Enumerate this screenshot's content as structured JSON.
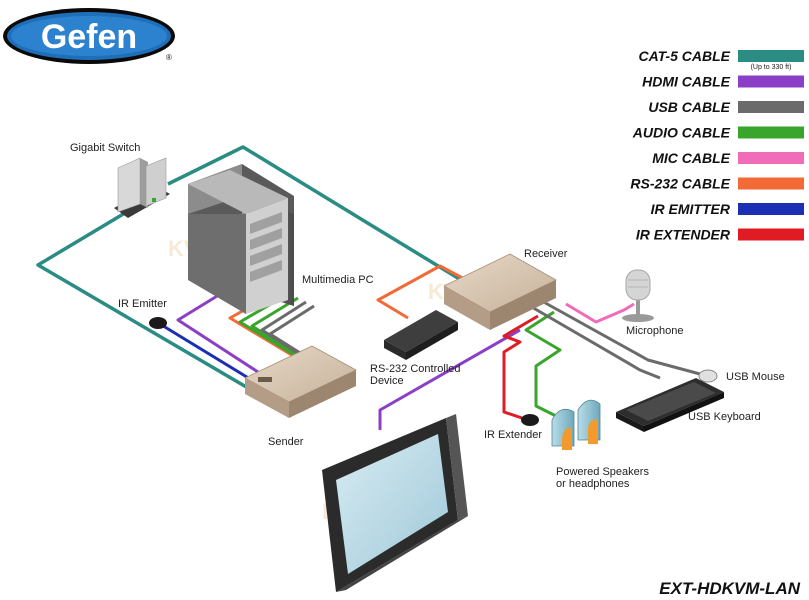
{
  "brand": {
    "name": "Gefen",
    "registered": "®"
  },
  "watermark": "KVMGalore",
  "model": "EXT-HDKVM-LAN",
  "legend": {
    "items": [
      {
        "label": "CAT-5 CABLE",
        "color": "#2a8c82",
        "note": "(Up to 330 ft)"
      },
      {
        "label": "HDMI CABLE",
        "color": "#8a3fc6"
      },
      {
        "label": "USB CABLE",
        "color": "#6b6b6b"
      },
      {
        "label": "AUDIO CABLE",
        "color": "#3aa52c"
      },
      {
        "label": "MIC CABLE",
        "color": "#f06bb8"
      },
      {
        "label": "RS-232 CABLE",
        "color": "#f26a35"
      },
      {
        "label": "IR EMITTER",
        "color": "#1b2fb5"
      },
      {
        "label": "IR EXTENDER",
        "color": "#e01b24"
      }
    ]
  },
  "devices": {
    "gigabit_switch": "Gigabit Switch",
    "multimedia_pc": "Multimedia PC",
    "ir_emitter": "IR Emitter",
    "sender": "Sender",
    "receiver": "Receiver",
    "rs232_device_line1": "RS-232 Controlled",
    "rs232_device_line2": "Device",
    "microphone": "Microphone",
    "usb_mouse": "USB Mouse",
    "usb_keyboard": "USB Keyboard",
    "ir_extender": "IR Extender",
    "speakers_line1": "Powered Speakers",
    "speakers_line2": "or headphones"
  }
}
